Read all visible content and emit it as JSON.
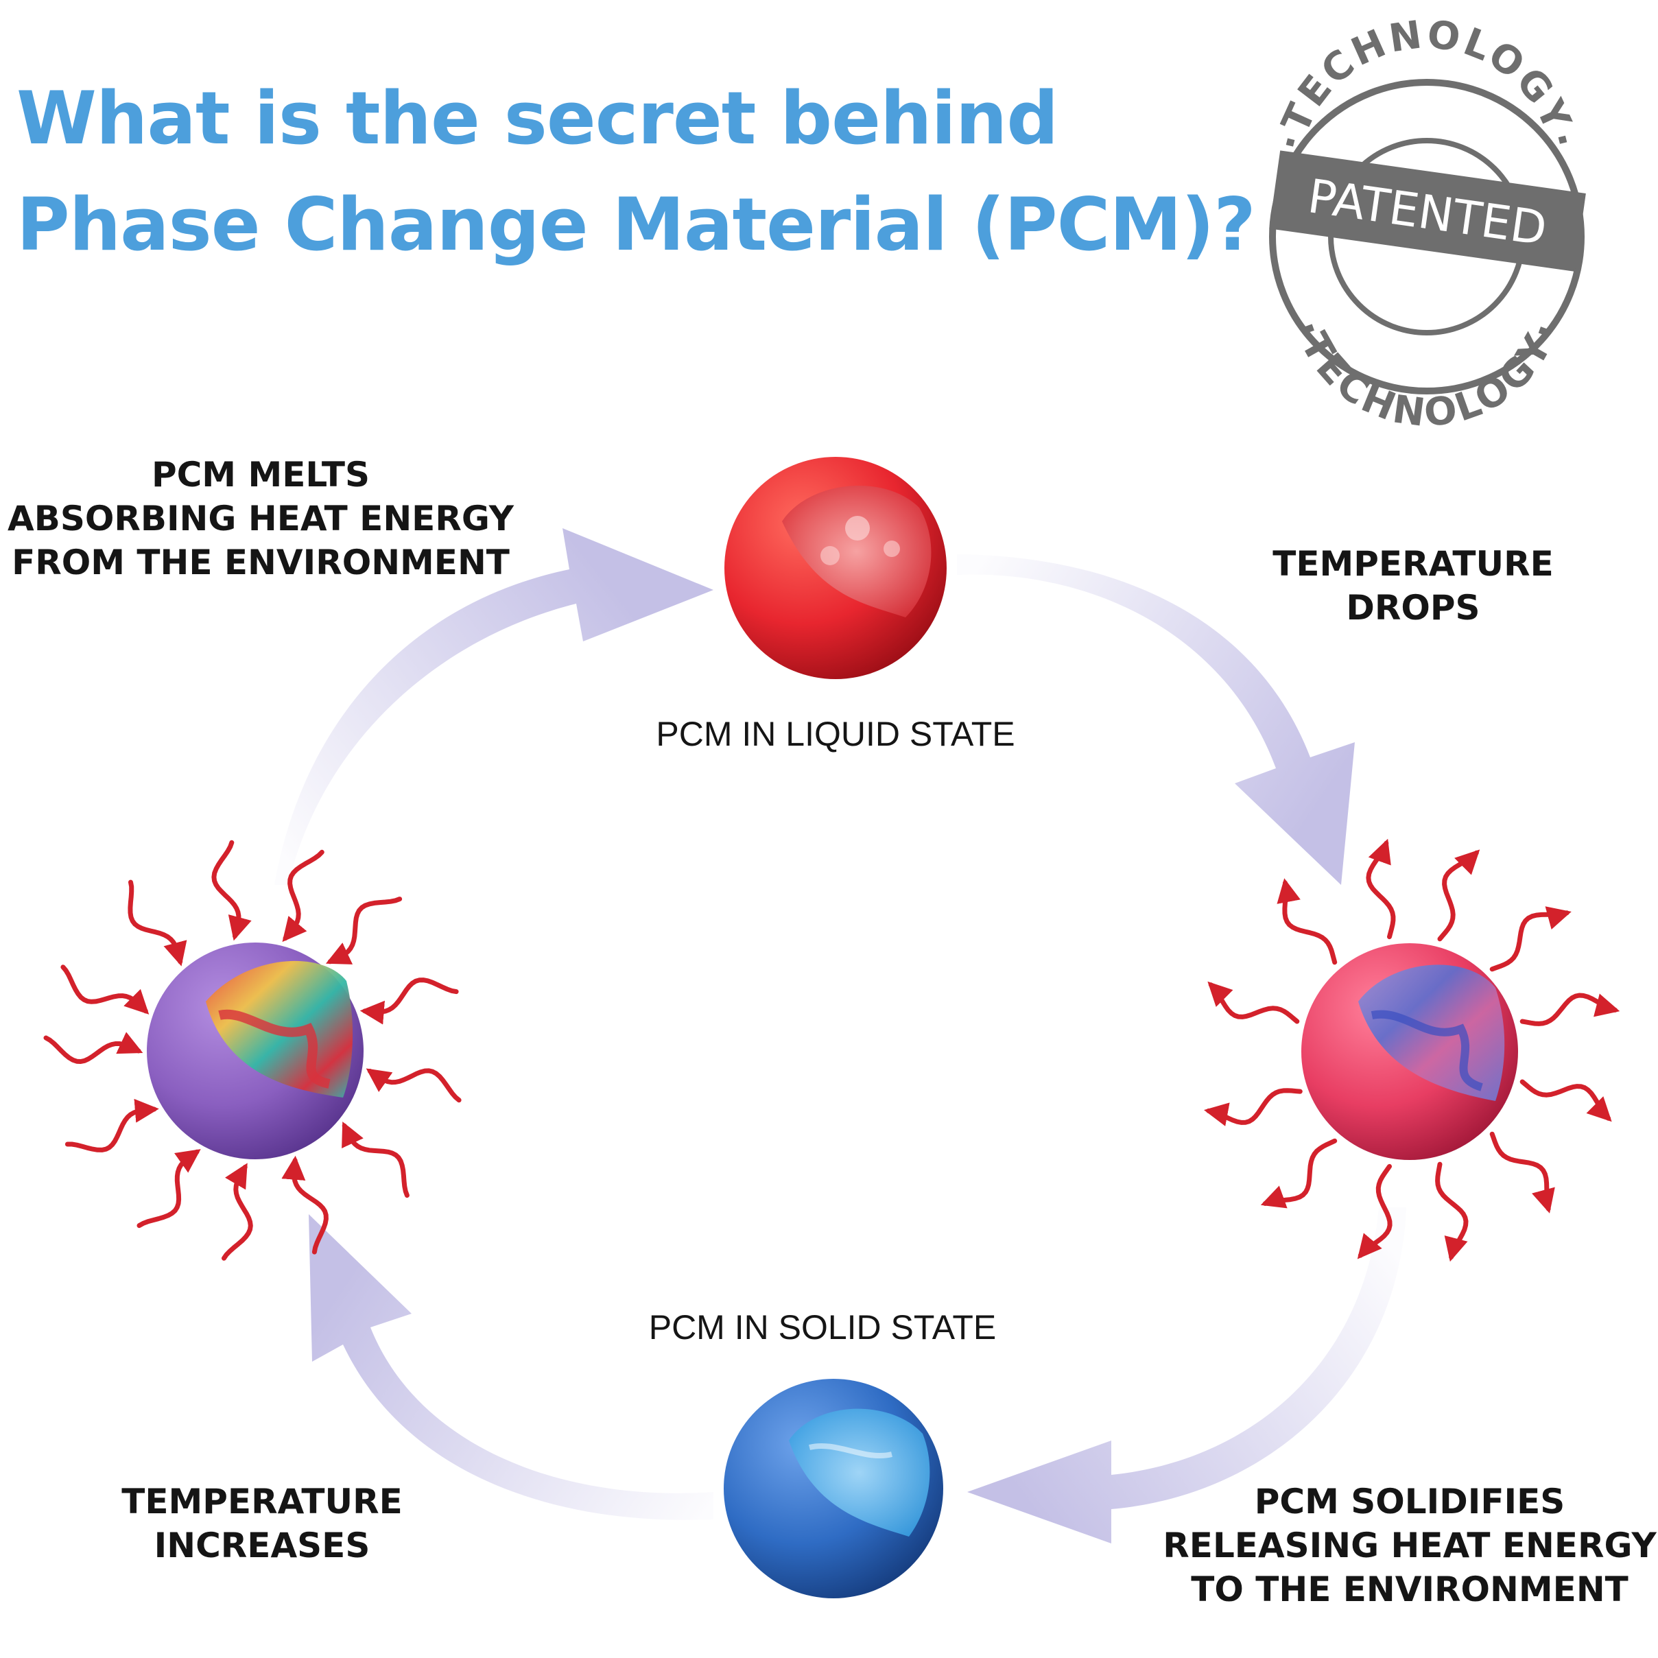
{
  "title": {
    "line1": "What is the secret behind",
    "line2": "Phase Change Material (PCM)?"
  },
  "stamp": {
    "band": "PATENTED",
    "ring_top": "·TECHNOLOGY·",
    "ring_bottom": "·TECHNOLOGY·"
  },
  "steps": {
    "melts": [
      "PCM MELTS",
      "ABSORBING HEAT ENERGY",
      "FROM THE ENVIRONMENT"
    ],
    "temp_drops": [
      "TEMPERATURE",
      "DROPS"
    ],
    "solidifies": [
      "PCM SOLIDIFIES",
      "RELEASING HEAT ENERGY",
      "TO THE ENVIRONMENT"
    ],
    "temp_increases": [
      "TEMPERATURE",
      "INCREASES"
    ]
  },
  "states": {
    "liquid": "PCM IN LIQUID STATE",
    "solid": "PCM IN SOLID STATE"
  },
  "colors": {
    "title": "#4d9fdc",
    "cycle_arrow": "#c4c0e6",
    "heat_wave": "#d3212b",
    "stamp": "#6e6e6e",
    "liquid_sphere": "#e8262f",
    "solid_sphere": "#2f6cc4",
    "absorbing_sphere": "#8a5fc0",
    "releasing_sphere": "#e83e63"
  }
}
